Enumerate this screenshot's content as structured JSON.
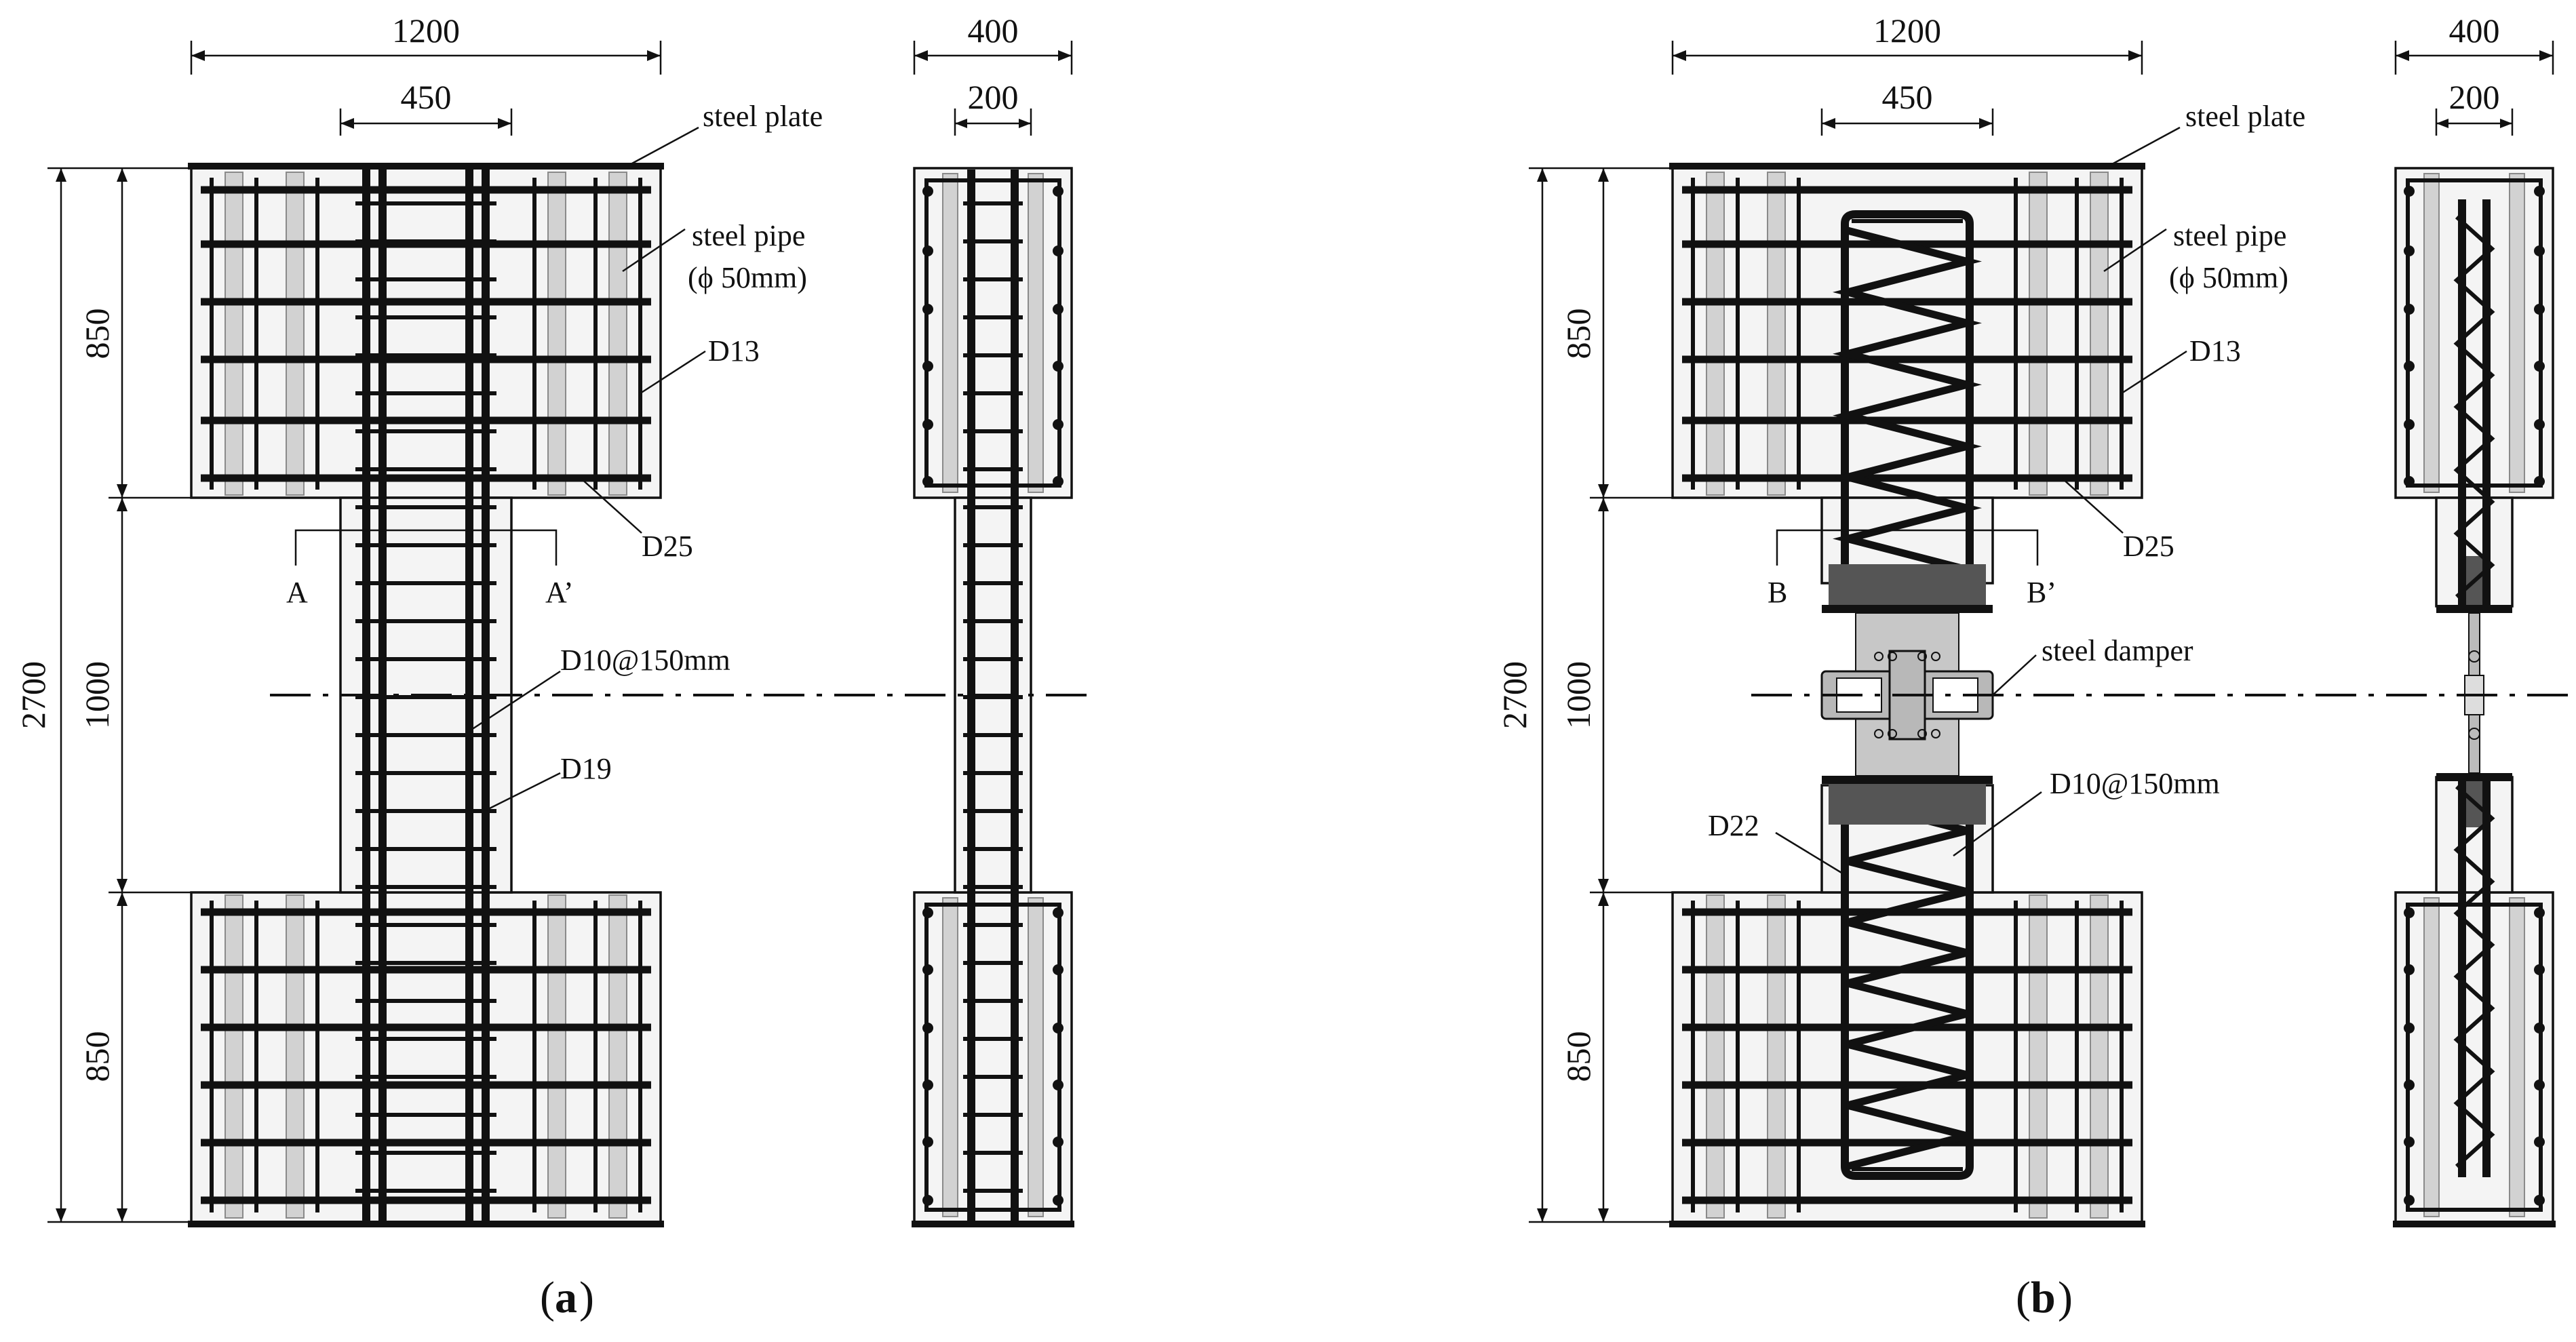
{
  "labels": {
    "steel_plate": "steel plate",
    "steel_pipe": "steel pipe",
    "steel_pipe_size": "(ϕ 50mm)",
    "d13": "D13",
    "d25": "D25",
    "d10": "D10@150mm",
    "d19": "D19",
    "d22": "D22",
    "steel_damper": "steel damper",
    "sec_a": "A",
    "sec_a2": "A’",
    "sec_b": "B",
    "sec_b2": "B’"
  },
  "dims": {
    "width_total": "1200",
    "width_column": "450",
    "depth_total": "400",
    "depth_column": "200",
    "height_total": "2700",
    "height_stub": "850",
    "height_column": "1000"
  },
  "captions": {
    "a_open": "(",
    "a_letter": "a",
    "a_close": ")",
    "b_open": "(",
    "b_letter": "b",
    "b_close": ")"
  },
  "colors": {
    "line": "#111111",
    "concrete": "#f4f4f4",
    "pipe": "#d2d2d2",
    "damper_plate": "#b8b8b8",
    "damper_end": "#5a5a5a"
  }
}
